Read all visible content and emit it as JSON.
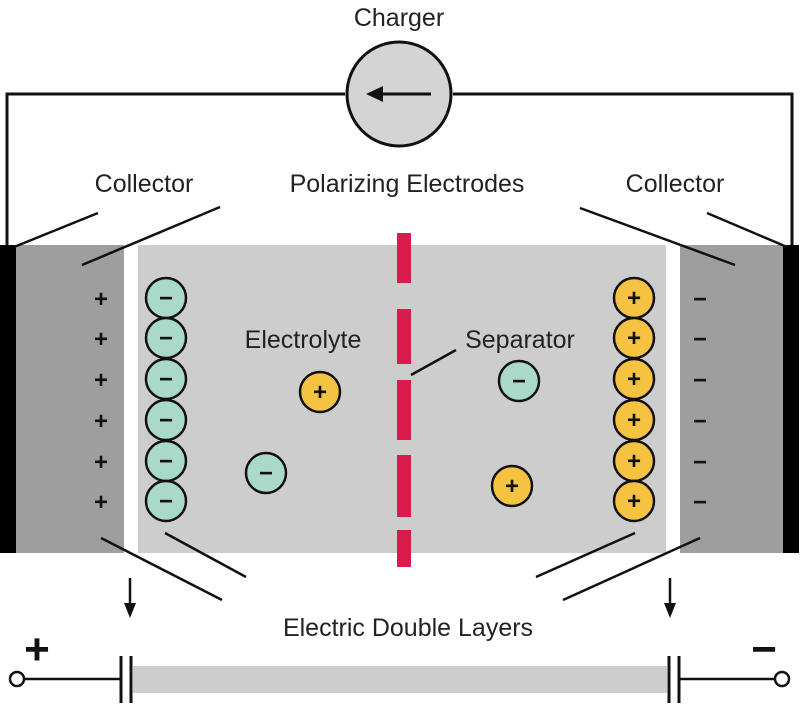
{
  "labels": {
    "charger": "Charger",
    "collector_left": "Collector",
    "polarizing": "Polarizing Electrodes",
    "collector_right": "Collector",
    "electrolyte": "Electrolyte",
    "separator": "Separator",
    "double_layers": "Electric Double Layers"
  },
  "terminals": {
    "positive": "+",
    "negative": "−"
  },
  "left_collector_charges": [
    "+",
    "+",
    "+",
    "+",
    "+",
    "+"
  ],
  "right_collector_charges": [
    "−",
    "−",
    "−",
    "−",
    "−",
    "−"
  ],
  "left_electrode_ions": [
    "−",
    "−",
    "−",
    "−",
    "−",
    "−"
  ],
  "right_electrode_ions": [
    "+",
    "+",
    "+",
    "+",
    "+",
    "+"
  ],
  "free_ions": [
    {
      "symbol": "+",
      "type": "cation"
    },
    {
      "symbol": "−",
      "type": "anion"
    },
    {
      "symbol": "−",
      "type": "anion"
    },
    {
      "symbol": "+",
      "type": "cation"
    }
  ],
  "colors": {
    "cation": "#F5C242",
    "anion": "#A9D9C9",
    "separator": "#D81B4A",
    "collector_plate": "#9E9E9E",
    "electrolyte": "#CDCDCD",
    "electrode_bar": "#000000",
    "charger_fill": "#D4D4D4"
  }
}
